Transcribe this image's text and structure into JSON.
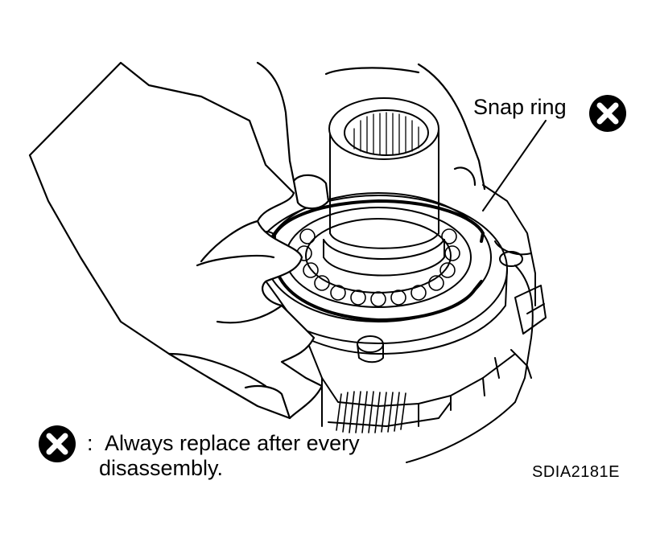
{
  "callout": {
    "label": "Snap ring",
    "icon": "replace-x-icon"
  },
  "legend": {
    "icon": "replace-x-icon",
    "separator": ":",
    "line1": "Always replace after every",
    "line2": "disassembly."
  },
  "figure_code": "SDIA2181E",
  "colors": {
    "ink": "#000000",
    "paper": "#ffffff"
  }
}
